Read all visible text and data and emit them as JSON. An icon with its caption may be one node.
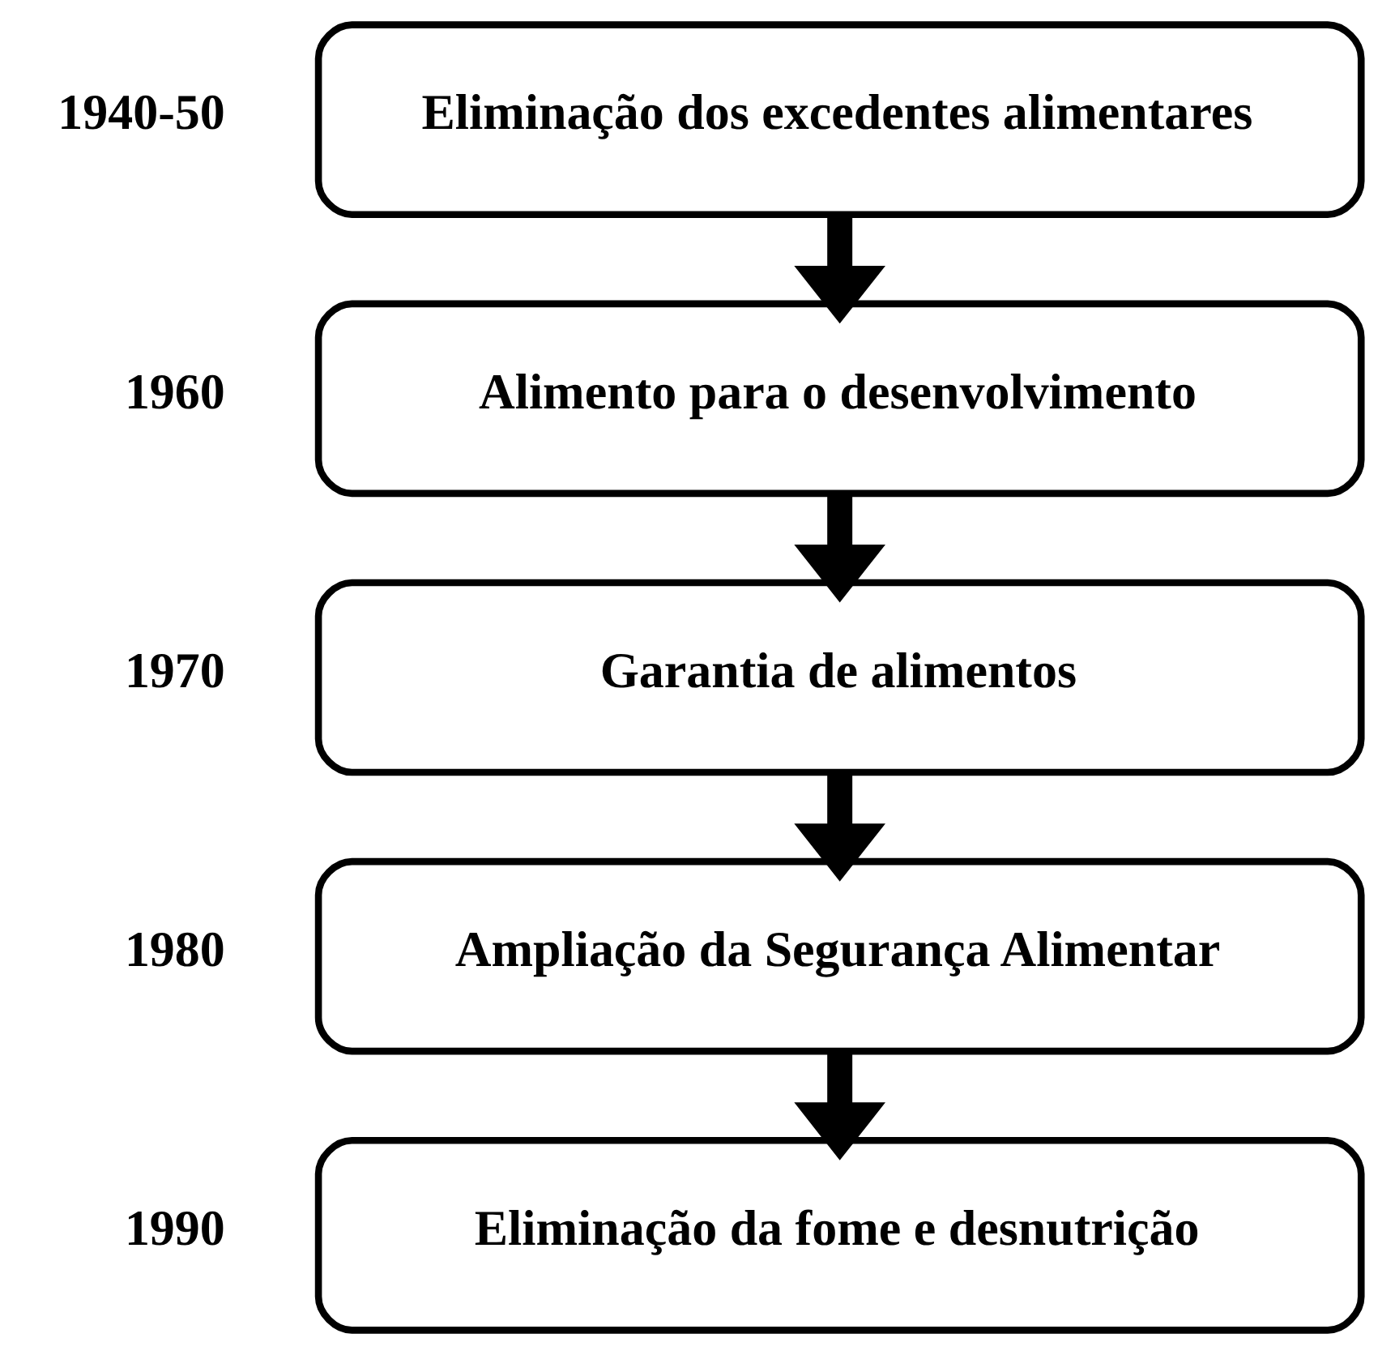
{
  "diagram": {
    "nodes": [
      {
        "text": [
          "Eliminação dos excedentes alimentares"
        ],
        "beside": [
          "1940-50"
        ]
      },
      {
        "text": [
          "Alimento para o desenvolvimento"
        ],
        "beside": [
          "1960"
        ]
      },
      {
        "text": [
          "Garantia de alimentos"
        ],
        "beside": [
          "1970"
        ]
      },
      {
        "text": [
          "Ampliação da Segurança Alimentar"
        ],
        "beside": [
          "1980"
        ]
      },
      {
        "text": [
          "Eliminação da fome e desnutrição"
        ],
        "beside": [
          "1990"
        ]
      }
    ],
    "edges": [
      {
        "from": 0,
        "to": 1,
        "arrow": "to"
      },
      {
        "from": 1,
        "to": 2,
        "arrow": "to"
      },
      {
        "from": 2,
        "to": 3,
        "arrow": "to"
      },
      {
        "from": 3,
        "to": 4,
        "arrow": "to"
      }
    ]
  }
}
